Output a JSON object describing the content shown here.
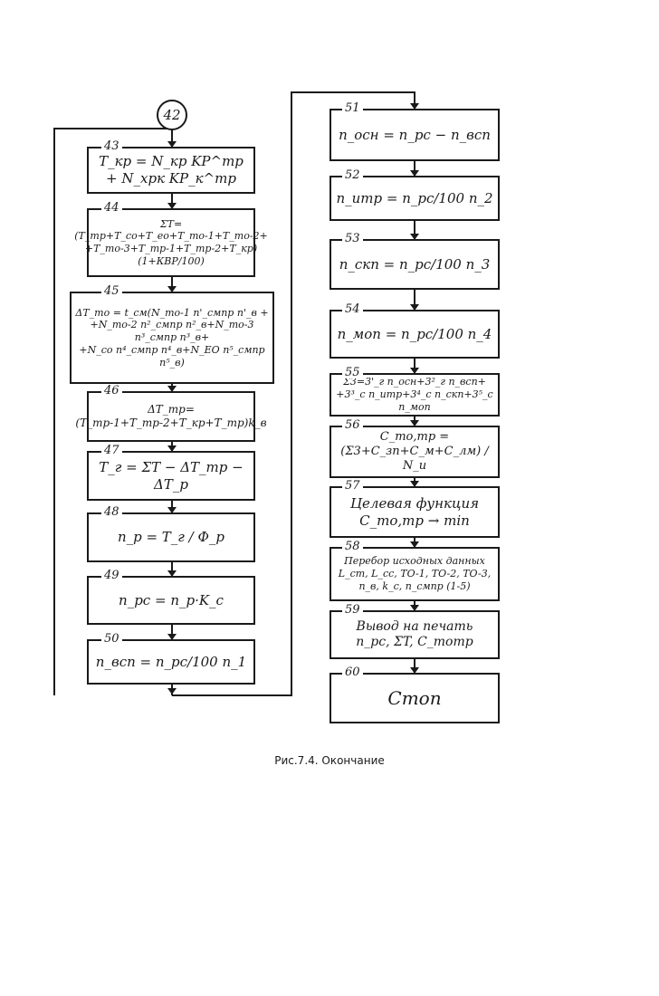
{
  "connector": "42",
  "blocks": [
    {
      "num": "43",
      "formula": "T_кр = N_кр KP^тр + N_хрк KP_к^тр"
    },
    {
      "num": "44",
      "formula": "ΣT=(T_тр+T_со+T_ео+T_то-1+T_то-2+\n+T_то-3+T_тр-1+T_тр-2+T_кр)(1+КВР/100)"
    },
    {
      "num": "45",
      "formula": "ΔT_то = t_см(N_то-1 n'_смпр n'_в +\n+N_то-2 n²_смпр n²_в+N_то-3 n³_смпр n³_в+\n+N_со n⁴_смпр n⁴_в+N_ЕО n⁵_смпр n⁵_в)"
    },
    {
      "num": "46",
      "formula": "ΔT_тр=(T_тр-1+T_тр-2+T_кр+T_тр)k_в"
    },
    {
      "num": "47",
      "formula": "T_г = ΣT − ΔT_тр − ΔT_р"
    },
    {
      "num": "48",
      "formula": "n_р = T_г / Ф_р"
    },
    {
      "num": "49",
      "formula": "n_рс = n_р·K_с"
    },
    {
      "num": "50",
      "formula": "n_всп = n_рс/100 n_1"
    },
    {
      "num": "51",
      "formula": "n_осн = n_рс − n_всп"
    },
    {
      "num": "52",
      "formula": "n_итр = n_рс/100 n_2"
    },
    {
      "num": "53",
      "formula": "n_скп = n_рс/100 n_3"
    },
    {
      "num": "54",
      "formula": "n_моп = n_рс/100 n_4"
    },
    {
      "num": "55",
      "formula": "Σ3=3'_г n_осн+3²_г n_всп+\n+3³_с n_итр+3⁴_с n_скп+3⁵_с n_моп"
    },
    {
      "num": "56",
      "formula": "C_то,тр = (Σ3+C_зп+C_м+C_лм) / N_и"
    },
    {
      "num": "57",
      "formula": "Целевая функция\nC_то,тр → min"
    },
    {
      "num": "58",
      "formula": "Перебор исходных данных\nL_ст, L_сс, TO-1, TO-2, TO-3,\nn_в, k_с, n_смпр (1-5)"
    },
    {
      "num": "59",
      "formula": "Вывод на печать\nn_рс, ΣT, C_тотр"
    },
    {
      "num": "60",
      "formula": "Стоп"
    }
  ],
  "caption": "Рис.7.4. Окончание"
}
